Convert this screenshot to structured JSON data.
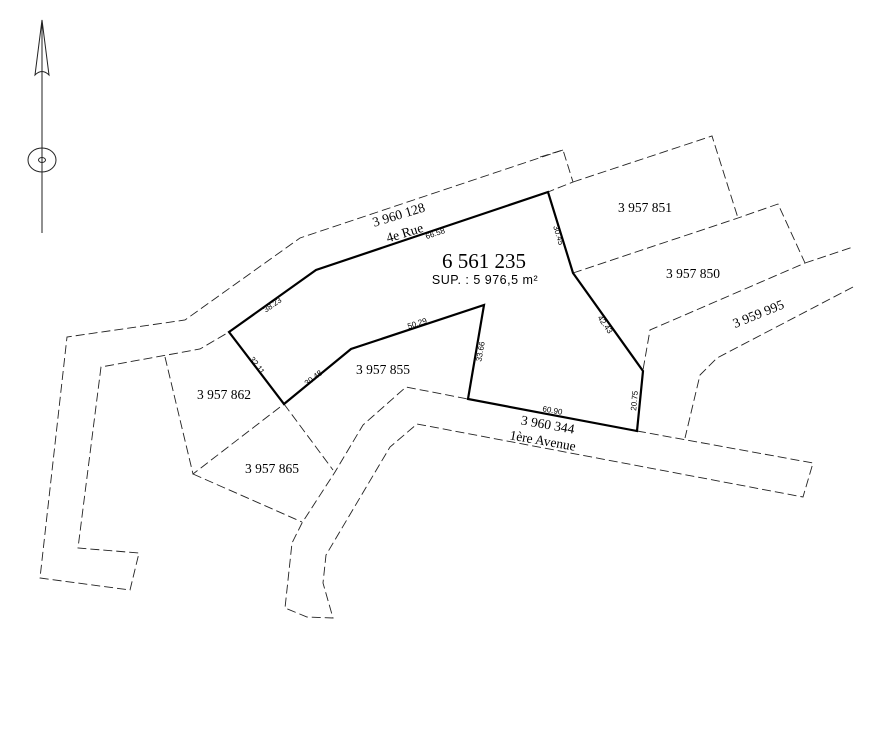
{
  "main_lot": {
    "number": "6 561 235",
    "area": "SUP. : 5 976,5 m²"
  },
  "streets": [
    {
      "lot": "3 960 128",
      "name": "4e Rue"
    },
    {
      "lot": "3 960 344",
      "name": "1ère Avenue"
    }
  ],
  "lots": [
    "3 957 851",
    "3 957 850",
    "3 959 995",
    "3 957 855",
    "3 957 862",
    "3 957 865"
  ],
  "dimensions": [
    "66.58",
    "30.45",
    "42.43",
    "20.75",
    "60.90",
    "33.66",
    "50.29",
    "30.48",
    "32.11",
    "38.23"
  ],
  "compass": {
    "icon": "north-arrow-icon"
  }
}
